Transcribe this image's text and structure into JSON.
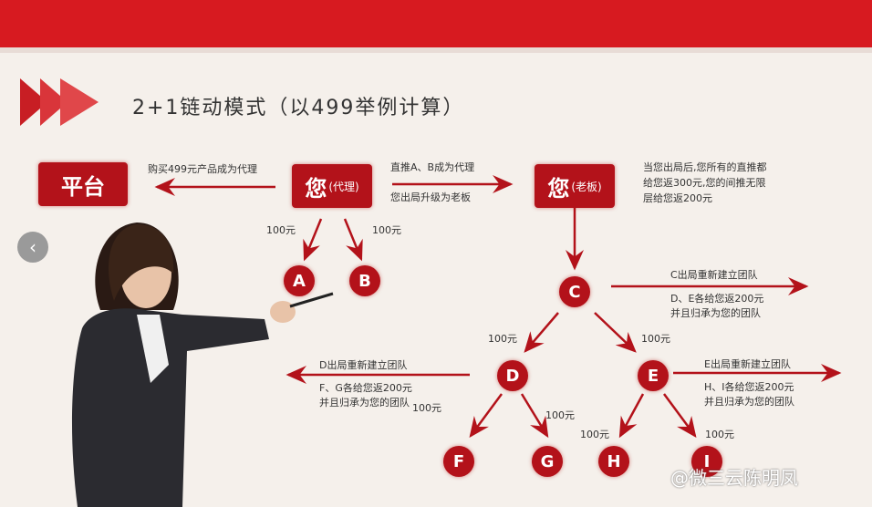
{
  "title": "2+1链动模式（以499举例计算）",
  "accent": "#b3121a",
  "boxes": {
    "platform": "平台",
    "you_agent": {
      "main": "您",
      "sub": "(代理)"
    },
    "you_boss": {
      "main": "您",
      "sub": "(老板)"
    }
  },
  "nodes": [
    "A",
    "B",
    "C",
    "D",
    "E",
    "F",
    "G",
    "H",
    "I"
  ],
  "texts": {
    "buy": "购买499元产品成为代理",
    "direct": "直推A、B成为代理",
    "upgrade": "您出局升级为老板",
    "boss_desc": [
      "当您出局后,您所有的直推都",
      "给您返300元,您的间推无限",
      "层给您返200元"
    ],
    "c_out": "C出局重新建立团队",
    "c_desc": [
      "D、E各给您返200元",
      "并且归承为您的团队"
    ],
    "d_out": "D出局重新建立团队",
    "d_desc": [
      "F、G各给您返200元",
      "并且归承为您的团队"
    ],
    "e_out": "E出局重新建立团队",
    "e_desc": [
      "H、I各给您返200元",
      "并且归承为您的团队"
    ],
    "amount": "100元"
  },
  "nav": {
    "prev_icon": "chevron-left-icon"
  },
  "watermark": "@微三云陈明凤"
}
